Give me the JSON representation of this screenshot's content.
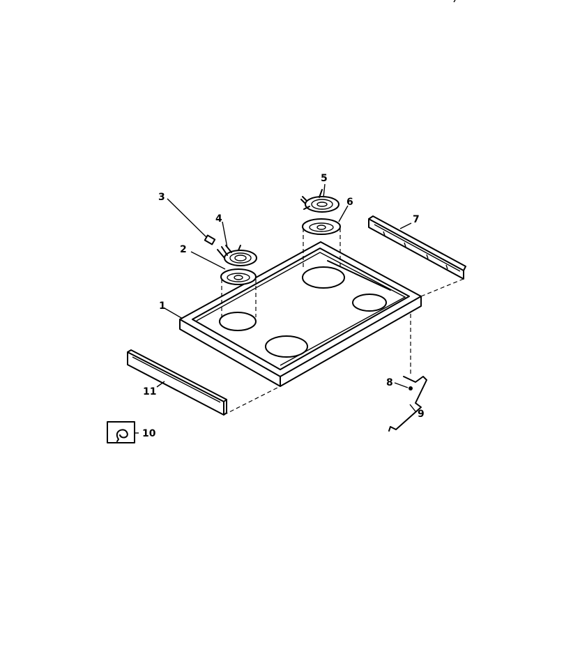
{
  "diagram": {
    "parts": [
      {
        "number": "1",
        "name": "cooktop"
      },
      {
        "number": "2",
        "name": "drip-bowl-left"
      },
      {
        "number": "3",
        "name": "terminal-block"
      },
      {
        "number": "4",
        "name": "surface-element-left"
      },
      {
        "number": "5",
        "name": "surface-element-right"
      },
      {
        "number": "6",
        "name": "drip-bowl-right"
      },
      {
        "number": "7",
        "name": "rear-trim"
      },
      {
        "number": "8",
        "name": "screw"
      },
      {
        "number": "9",
        "name": "bracket"
      },
      {
        "number": "10",
        "name": "literature-box"
      },
      {
        "number": "11",
        "name": "front-trim"
      }
    ],
    "colors": {
      "line": "#000000",
      "background": "#ffffff"
    }
  }
}
